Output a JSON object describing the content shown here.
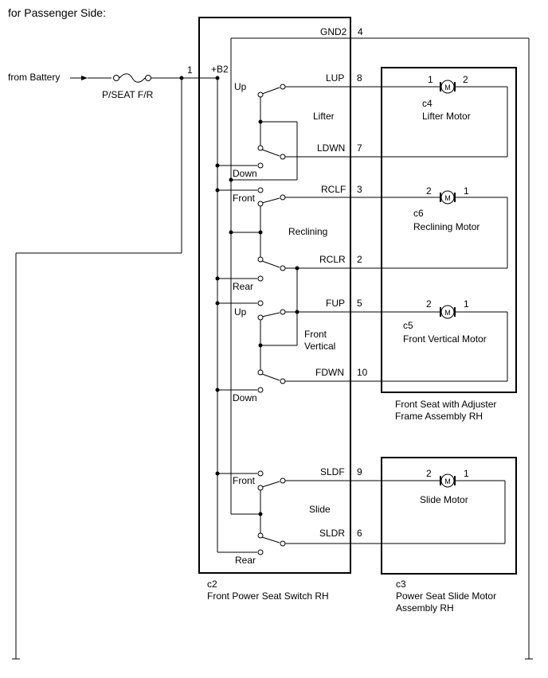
{
  "header": "for Passenger Side:",
  "source_label": "from Battery",
  "fuse_label": "P/SEAT F/R",
  "switch": {
    "code": "c2",
    "name": "Front Power Seat Switch RH",
    "pin_b2": "1",
    "b2_label": "+B2",
    "gnd_label": "GND2",
    "gnd_pin": "4"
  },
  "sections": {
    "lifter": {
      "name": "Lifter",
      "dir1": "Up",
      "dir2": "Down",
      "sig1": "LUP",
      "pin1": "8",
      "sig2": "LDWN",
      "pin2": "7"
    },
    "reclining": {
      "name": "Reclining",
      "dir1": "Front",
      "dir2": "Rear",
      "sig1": "RCLF",
      "pin1": "3",
      "sig2": "RCLR",
      "pin2": "2"
    },
    "front_vertical": {
      "name1": "Front",
      "name2": "Vertical",
      "dir1": "Up",
      "dir2": "Down",
      "sig1": "FUP",
      "pin1": "5",
      "sig2": "FDWN",
      "pin2": "10"
    },
    "slide": {
      "name": "Slide",
      "dir1": "Front",
      "dir2": "Rear",
      "sig1": "SLDF",
      "pin1": "9",
      "sig2": "SLDR",
      "pin2": "6"
    }
  },
  "motors": {
    "lifter": {
      "code": "c4",
      "name": "Lifter Motor",
      "pin_left": "1",
      "pin_right": "2"
    },
    "reclining": {
      "code": "c6",
      "name": "Reclining Motor",
      "pin_left": "2",
      "pin_right": "1"
    },
    "front_vertical": {
      "code": "c5",
      "name": "Front Vertical Motor",
      "pin_left": "2",
      "pin_right": "1"
    },
    "slide": {
      "name": "Slide Motor",
      "pin_left": "2",
      "pin_right": "1"
    },
    "motor_symbol": "M"
  },
  "adjuster_frame": {
    "name1": "Front Seat with Adjuster",
    "name2": "Frame Assembly RH"
  },
  "slide_assembly": {
    "code": "c3",
    "name1": "Power Seat Slide Motor",
    "name2": "Assembly RH"
  }
}
